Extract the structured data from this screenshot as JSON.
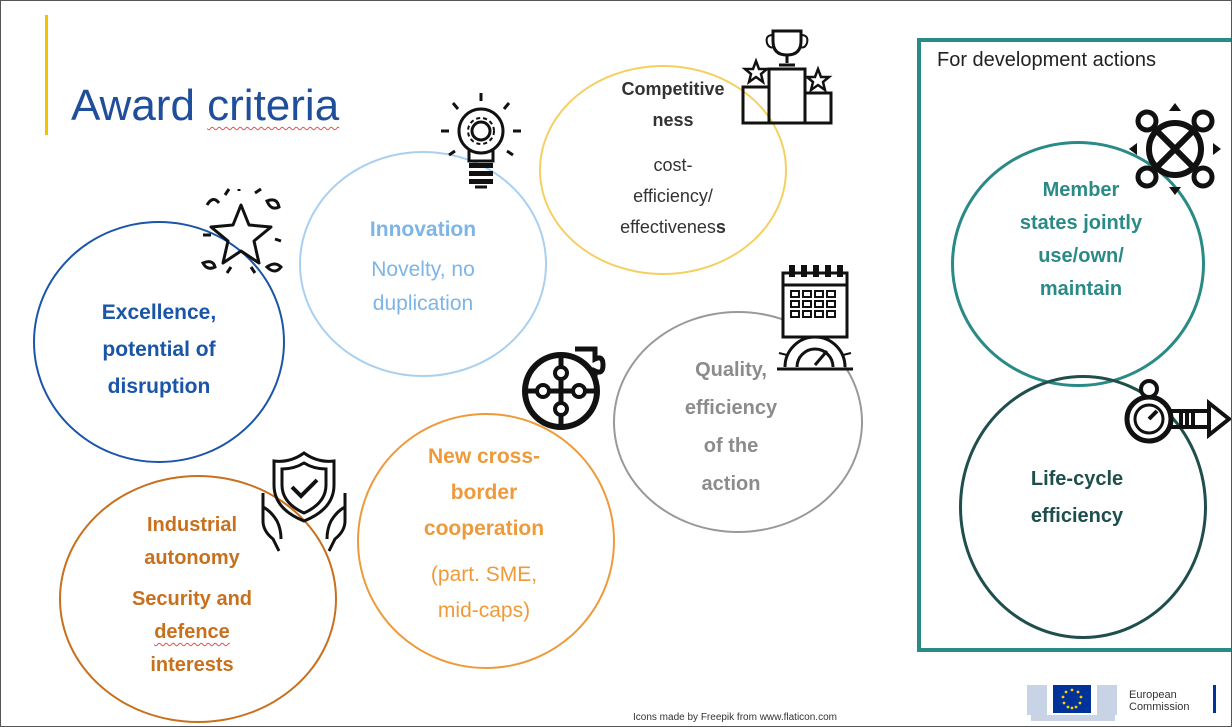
{
  "slide": {
    "title_main": "Award ",
    "title_underlined": "criteria",
    "accent_color": "#f2c200",
    "title_color": "#1f4e9b"
  },
  "criteria": {
    "excellence": {
      "label_line1": "Excellence,",
      "label_line2": "potential of",
      "label_line3": "disruption",
      "color": "#1a55a8",
      "icon": "star-burst-icon"
    },
    "innovation": {
      "heading": "Innovation",
      "line1": "Novelty, no",
      "line2": "duplication",
      "color": "#7cb5e6",
      "icon": "lightbulb-gear-icon"
    },
    "competitiveness": {
      "line1": "Competitive",
      "line2": "ness",
      "line3": "cost-",
      "line4": "efficiency/",
      "line5": "effectivenes",
      "line5_bold_tail": "s",
      "color": "#f5d061",
      "icon": "trophy-podium-icon"
    },
    "quality": {
      "line1": "Quality,",
      "line2": "efficiency",
      "line3": "of the",
      "line4": "action",
      "color": "#8c8c8c",
      "icon": "calendar-gauge-icon"
    },
    "cooperation": {
      "line1": "New cross-",
      "line2": "border",
      "line3": "cooperation",
      "line4": "(part. SME,",
      "line5": "mid-caps)",
      "color": "#ef9a3a",
      "icon": "puzzle-icon"
    },
    "autonomy": {
      "line1": "Industrial",
      "line2": "autonomy",
      "line3": "Security and",
      "line4": "defence",
      "line5": "interests",
      "color": "#c8701d",
      "icon": "shield-hands-icon"
    }
  },
  "development": {
    "title": "For development actions",
    "border_color": "#2a8a86",
    "member_states": {
      "line1": "Member",
      "line2": "states jointly",
      "line3": "use/own/",
      "line4": "maintain",
      "color": "#2a8a86",
      "icon": "network-nodes-icon"
    },
    "lifecycle": {
      "line1": "Life-cycle",
      "line2": "efficiency",
      "color": "#1f4f4d",
      "icon": "stopwatch-arrow-icon"
    }
  },
  "footer": {
    "credit": "Icons made by Freepik from www.flaticon.com",
    "org_line1": "European",
    "org_line2": "Commission"
  }
}
